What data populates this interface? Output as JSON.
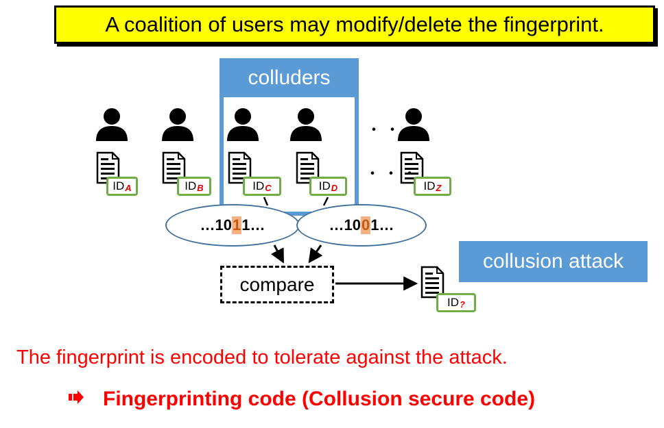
{
  "title": "A coalition of users may modify/delete the fingerprint.",
  "colluders_label": "colluders",
  "users": [
    {
      "id_prefix": "ID",
      "id_sub": "A"
    },
    {
      "id_prefix": "ID",
      "id_sub": "B"
    },
    {
      "id_prefix": "ID",
      "id_sub": "C"
    },
    {
      "id_prefix": "ID",
      "id_sub": "D"
    },
    {
      "id_prefix": "ID",
      "id_sub": "Z"
    }
  ],
  "ellipsis": "・・・",
  "codewords": [
    {
      "before": "…10",
      "bit": "1",
      "after": "1…"
    },
    {
      "before": "…10",
      "bit": "0",
      "after": "1…"
    }
  ],
  "compare_label": "compare",
  "attack_label": "collusion attack",
  "result_id": {
    "id_prefix": "ID",
    "id_sub": "?"
  },
  "conclusion": "The fingerprint is encoded to tolerate against the attack.",
  "code_name": "Fingerprinting code (Collusion secure code)",
  "icons": {
    "user": "user-icon",
    "document": "document-icon",
    "arrow": "right-arrow-icon"
  },
  "colors": {
    "title_bg": "#ffff00",
    "accent_blue": "#5b9bd5",
    "id_border": "#70ad47",
    "highlight": "#ff0000",
    "bit_highlight": "#f4b183"
  }
}
